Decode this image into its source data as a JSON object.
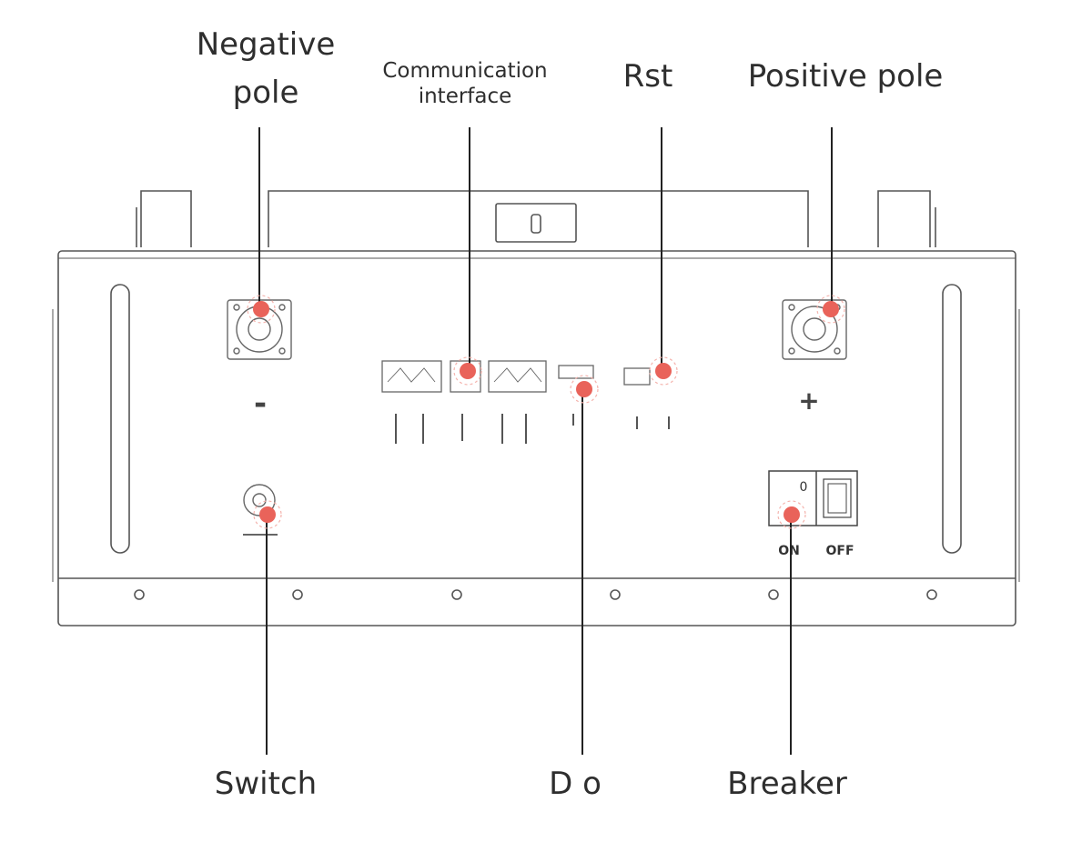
{
  "labels": {
    "negative_pole_line1": "Negative",
    "negative_pole_line2": "pole",
    "communication_line1": "Communication",
    "communication_line2": "interface",
    "rst": "Rst",
    "positive_pole": "Positive pole",
    "switch": "Switch",
    "do": "D o",
    "breaker": "Breaker"
  },
  "panel_marks": {
    "minus": "-",
    "plus": "+",
    "on": "ON",
    "off": "OFF",
    "breaker_glyph": "0"
  },
  "colors": {
    "marker": "#e9635a",
    "marker_halo": "#f4b3ad",
    "outline": "#555555",
    "text": "#2e2e2e"
  }
}
